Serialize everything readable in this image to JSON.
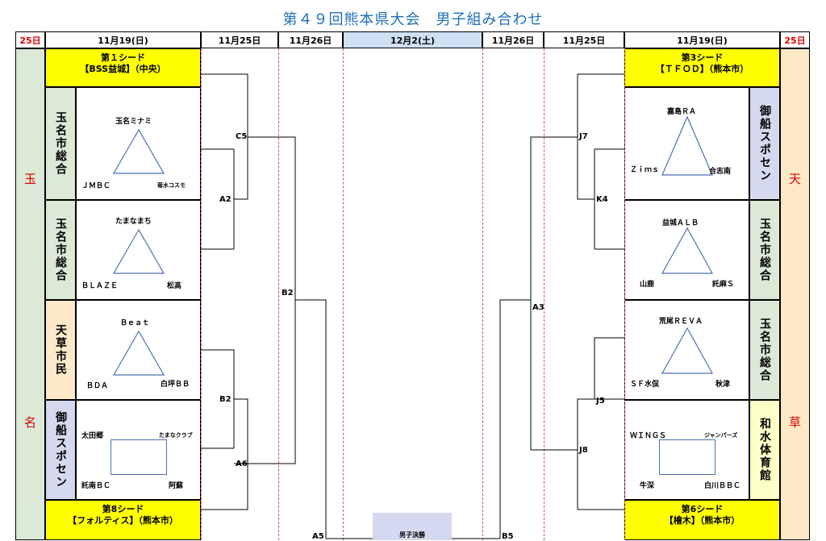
{
  "title": "第４９回熊本県大会　男子組み合わせ",
  "headers": {
    "day_left": "25日",
    "date_left_1": "11月19(日)",
    "date_left_2": "11月25日",
    "date_left_3": "11月26日",
    "date_center": "12月2(土)",
    "date_right_3": "11月26日",
    "date_right_2": "11月25日",
    "date_right_1": "11月19(日)",
    "day_right": "25日"
  },
  "prefectures": {
    "left_1": "玉",
    "left_2": "名",
    "right_1": "天",
    "right_2": "草"
  },
  "seeds": {
    "left_top": {
      "line1": "第１シード",
      "line2": "【BSS益城】（中央）"
    },
    "left_bottom": {
      "line1": "第8シード",
      "line2": "【フォルティス】（熊本市）"
    },
    "right_top": {
      "line1": "第3シード",
      "line2": "【ＴＦＯＤ】（熊本市）"
    },
    "right_bottom": {
      "line1": "第6シード",
      "line2": "【檜木】（熊本市）"
    }
  },
  "venues": {
    "left": [
      "玉名市総合",
      "玉名市総合",
      "天草市民",
      "御船スポセン"
    ],
    "right": [
      "御船スポセン",
      "玉名市総合",
      "玉名市総合",
      "和水体育館"
    ]
  },
  "groups": {
    "left": [
      {
        "top": "玉名ミナミ",
        "bl": "ＪＭＢＣ",
        "br": "菊水コスモ"
      },
      {
        "top": "たまなまち",
        "bl": "ＢＬＡＺＥ",
        "br": "松高"
      },
      {
        "top": "Ｂｅａｔ",
        "bl": "ＢＤＡ",
        "br": "白坪ＢＢ"
      },
      {
        "tl": "太田郷",
        "tr": "たまなクラブ",
        "bl": "託南ＢＣ",
        "br": "阿蘇"
      }
    ],
    "right": [
      {
        "top": "嘉島ＲＡ",
        "bl": "Ｚｉｍｓ",
        "br": "合志南"
      },
      {
        "top": "益城ＡＬＢ",
        "bl": "山鹿",
        "br": "託麻Ｓ"
      },
      {
        "top": "荒尾ＲＥＶＡ",
        "bl": "ＳＦ水俣",
        "br": "秋津"
      },
      {
        "tl": "ＷＩＮＧＳ",
        "tr": "ジャンパーズ",
        "bl": "牛深",
        "br": "白川ＢＢＣ"
      }
    ]
  },
  "matches": {
    "c5": "C5",
    "a2": "A2",
    "b2_top": "B2",
    "b2_mid": "B2",
    "a6": "A6",
    "a5": "A5",
    "j7": "J7",
    "k4": "K4",
    "a3": "A3",
    "j5": "J5",
    "j8": "J8",
    "b5": "B5"
  },
  "center_label": "男子決勝"
}
